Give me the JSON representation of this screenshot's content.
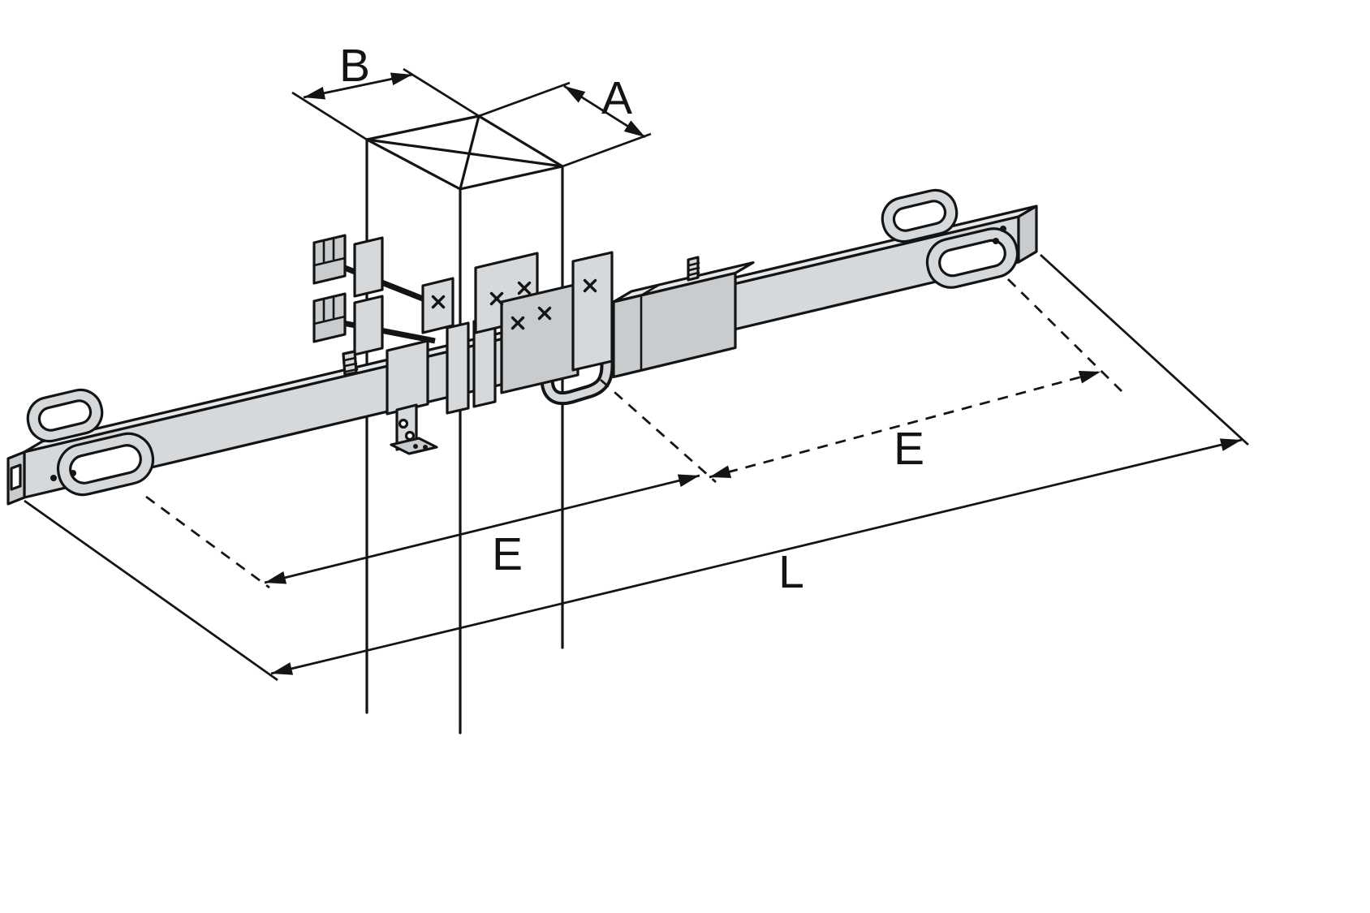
{
  "dimensions": {
    "b": {
      "label": "B"
    },
    "a": {
      "label": "A"
    },
    "e_left": {
      "label": "E"
    },
    "e_right": {
      "label": "E"
    },
    "l": {
      "label": "L"
    }
  },
  "colors": {
    "line": "#141414",
    "metal_light": "#e6e8ea",
    "metal_mid": "#d6d9db",
    "metal_dark": "#c9ccce",
    "background": "#ffffff"
  }
}
